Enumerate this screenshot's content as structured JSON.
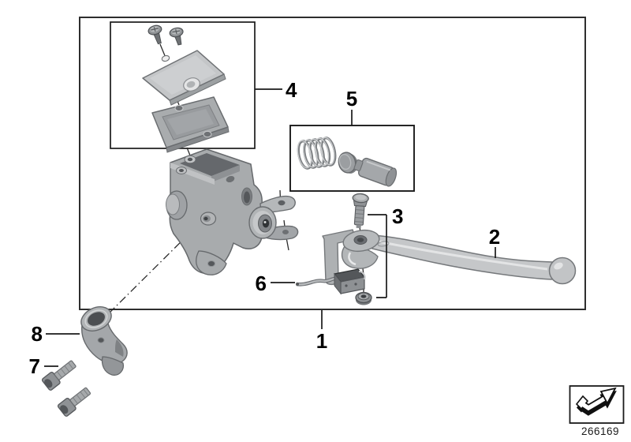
{
  "diagram": {
    "callouts": [
      {
        "id": "1"
      },
      {
        "id": "2"
      },
      {
        "id": "3"
      },
      {
        "id": "4"
      },
      {
        "id": "5"
      },
      {
        "id": "6"
      },
      {
        "id": "7"
      },
      {
        "id": "8"
      }
    ],
    "drawing_number": "266169"
  },
  "icons": {
    "export_arrow": "diagonal-arrow-icon"
  },
  "colors": {
    "line": "#1a1a1a",
    "metal_light": "#c9cbcd",
    "metal_mid": "#a8abad",
    "metal_dark": "#7a7d80",
    "background": "#ffffff"
  }
}
